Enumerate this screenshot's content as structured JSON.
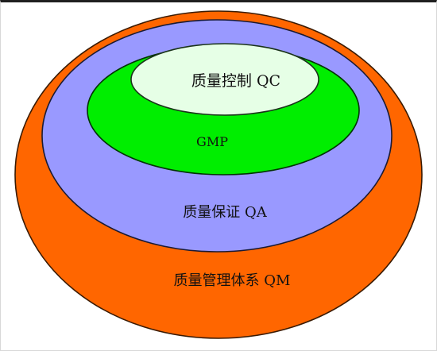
{
  "diagram": {
    "layers": {
      "qm": {
        "label": "质量管理体系 QM",
        "fill": "#ff6600",
        "stroke": "#3a1a00"
      },
      "qa": {
        "label": "质量保证 QA",
        "fill": "#9999ff",
        "stroke": "#1a1a33"
      },
      "gmp": {
        "label": "GMP",
        "fill": "#00ee00",
        "stroke": "#003300"
      },
      "qc": {
        "label": "质量控制 QC",
        "fill": "#e6ffe6",
        "stroke": "#1a331a"
      }
    }
  }
}
